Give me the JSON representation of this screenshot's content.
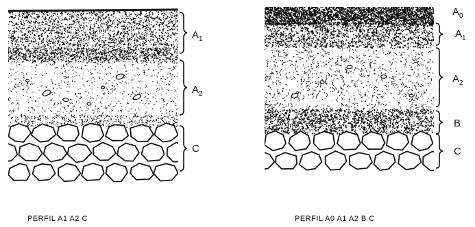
{
  "profiles": [
    {
      "id": "left",
      "caption": "PERFIL A1 A2 C",
      "horizons": [
        {
          "key": "A1",
          "letter": "A",
          "sub": "1"
        },
        {
          "key": "A2",
          "letter": "A",
          "sub": "2"
        },
        {
          "key": "C",
          "letter": "C",
          "sub": ""
        }
      ]
    },
    {
      "id": "right",
      "caption": "PERFIL A0 A1 A2 B C",
      "horizons": [
        {
          "key": "A0",
          "letter": "A",
          "sub": "0"
        },
        {
          "key": "A1",
          "letter": "A",
          "sub": "1"
        },
        {
          "key": "A2",
          "letter": "A",
          "sub": "2"
        },
        {
          "key": "B",
          "letter": "B",
          "sub": ""
        },
        {
          "key": "C",
          "letter": "C",
          "sub": ""
        }
      ]
    }
  ],
  "colors": {
    "ink": "#111111",
    "paper": "#ffffff"
  }
}
